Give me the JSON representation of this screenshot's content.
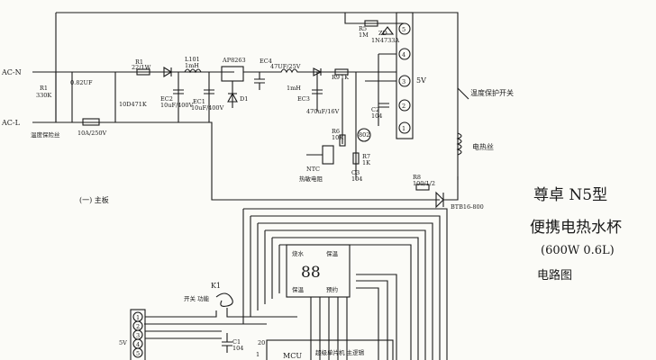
{
  "labels": {
    "ac_n": "AC-N",
    "ac_l": "AC-L",
    "r1": "R1",
    "r1_val": "330K",
    "fuse_note": "温度保险丝",
    "c_x": "0.82UF",
    "fuse_rating": "10A/250V",
    "varistor": "10D471K",
    "r1b": "R1",
    "r1b_val": "22/1W",
    "l101": "L101",
    "l101_val": "1mH",
    "ec2": "EC2",
    "ec2_val": "10uF/400V",
    "ec1": "EC1",
    "ec1_val": "10uF/400V",
    "ic": "AP8263",
    "d1": "D1",
    "ec4": "EC4",
    "ec4_val": "47UF/25V",
    "l2": "1mH",
    "ec3": "EC3",
    "ec3_val": "470uF/16V",
    "r9": "R9",
    "r9_val": "1K",
    "r5": "R5",
    "r5_val": "1M",
    "zd": "ZD",
    "zd_val": "1N4733A",
    "c2": "C2",
    "c2_val": "104",
    "r6": "R6",
    "r6_val": "10K",
    "r7": "R7",
    "r7_val": "1K",
    "q": "802",
    "c3": "C3",
    "c3_val": "104",
    "ntc": "NTC",
    "ntc_note": "热敏电阻",
    "r8": "R8",
    "r8_val": "100/1/2",
    "triac": "BTB16-800",
    "five_v": "5V",
    "thermostat": "温度保护开关",
    "heater": "电热丝",
    "board_label": "(一) 主板",
    "k1": "K1",
    "switch_note": "开关 功能",
    "c1": "C1",
    "c1_val": "104",
    "pin20": "20",
    "pin1": "1",
    "five_v_b": "5V",
    "mcu": "MCU",
    "mcu_note": "超级单片机 主逻辑",
    "disp_top_left": "烧水",
    "disp_top_right": "保温",
    "disp_digits": "88",
    "disp_bottom_left": "保温",
    "disp_bottom_right": "预约"
  },
  "connector_pins": [
    "5",
    "4",
    "3",
    "2",
    "1"
  ],
  "connector_b_pins": [
    "1",
    "2",
    "3",
    "4",
    "5"
  ],
  "title": {
    "line1": "尊卓 N5型",
    "line2": "便携电热水杯",
    "line3": "(600W 0.6L)",
    "line4": "电路图"
  }
}
